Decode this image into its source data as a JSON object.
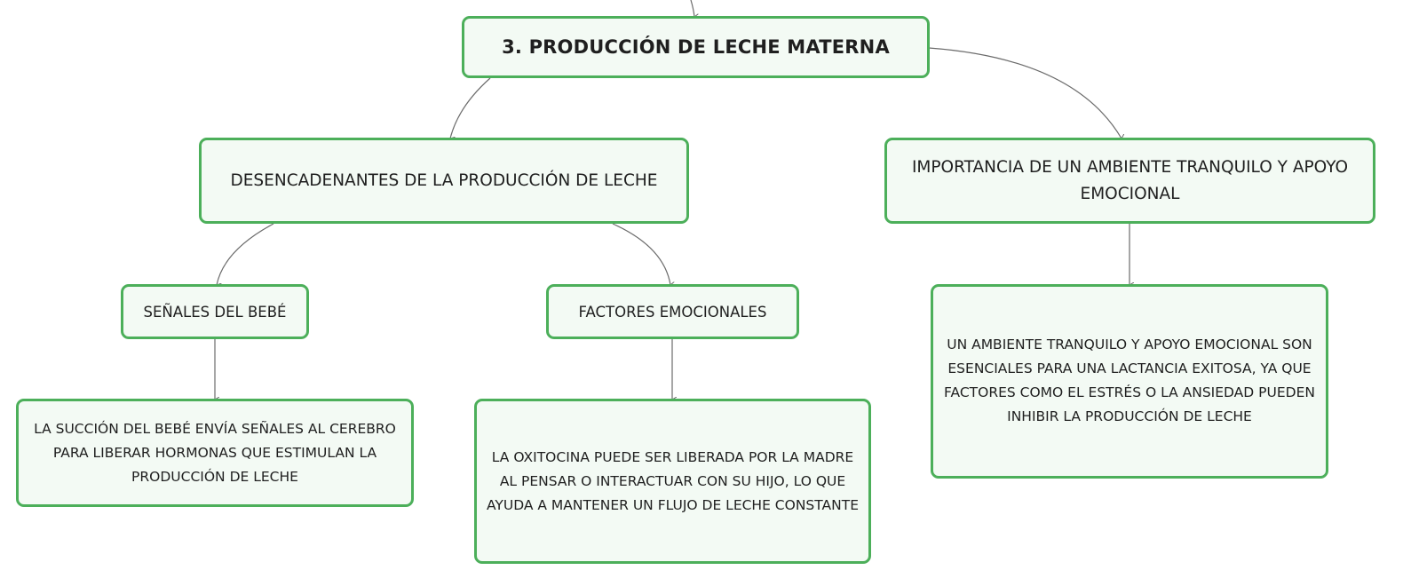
{
  "diagram": {
    "root": {
      "label": "3. PRODUCCIÓN DE LECHE MATERNA"
    },
    "branches": {
      "triggers": {
        "label": "DESENCADENANTES DE LA PRODUCCIÓN DE LECHE",
        "children": {
          "baby_signals": {
            "label": "SEÑALES DEL BEBÉ",
            "detail": "LA SUCCIÓN DEL BEBÉ ENVÍA SEÑALES AL CEREBRO PARA LIBERAR HORMONAS QUE ESTIMULAN LA PRODUCCIÓN DE LECHE"
          },
          "emotional_factors": {
            "label": "FACTORES EMOCIONALES",
            "detail": "LA OXITOCINA PUEDE SER LIBERADA POR LA MADRE AL PENSAR O INTERACTUAR CON SU HIJO, LO QUE AYUDA A MANTENER UN FLUJO DE LECHE CONSTANTE"
          }
        }
      },
      "environment": {
        "label": "IMPORTANCIA DE UN AMBIENTE TRANQUILO Y APOYO EMOCIONAL",
        "detail": "UN AMBIENTE TRANQUILO Y APOYO EMOCIONAL SON ESENCIALES PARA UNA LACTANCIA EXITOSA, YA QUE FACTORES COMO EL ESTRÉS O LA ANSIEDAD PUEDEN INHIBIR LA PRODUCCIÓN DE LECHE"
      }
    },
    "colors": {
      "node_border": "#4caf5a",
      "node_fill": "#f3faf4",
      "connector": "#6b6b6b"
    }
  }
}
